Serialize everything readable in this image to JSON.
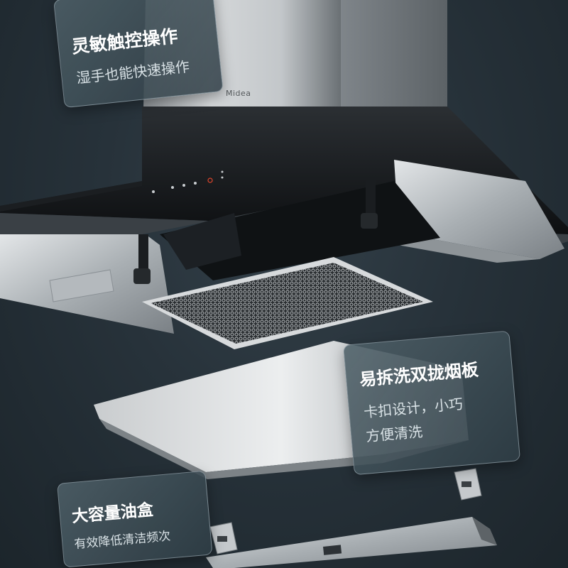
{
  "brand": {
    "logo_text": "Midea"
  },
  "cards": {
    "touch": {
      "title": "灵敏触控操作",
      "subtitle": "湿手也能快速操作"
    },
    "filter": {
      "title": "易拆洗双拢烟板",
      "line1": "卡扣设计，小巧",
      "line2": "方便清洗"
    },
    "oilbox": {
      "title": "大容量油盒",
      "subtitle": "有效降低清洁频次"
    }
  },
  "colors": {
    "background": "#27323a",
    "card": "#4e6068",
    "steel": "#b9bec2",
    "glass": "#141618",
    "indicator": "#e0462c"
  }
}
